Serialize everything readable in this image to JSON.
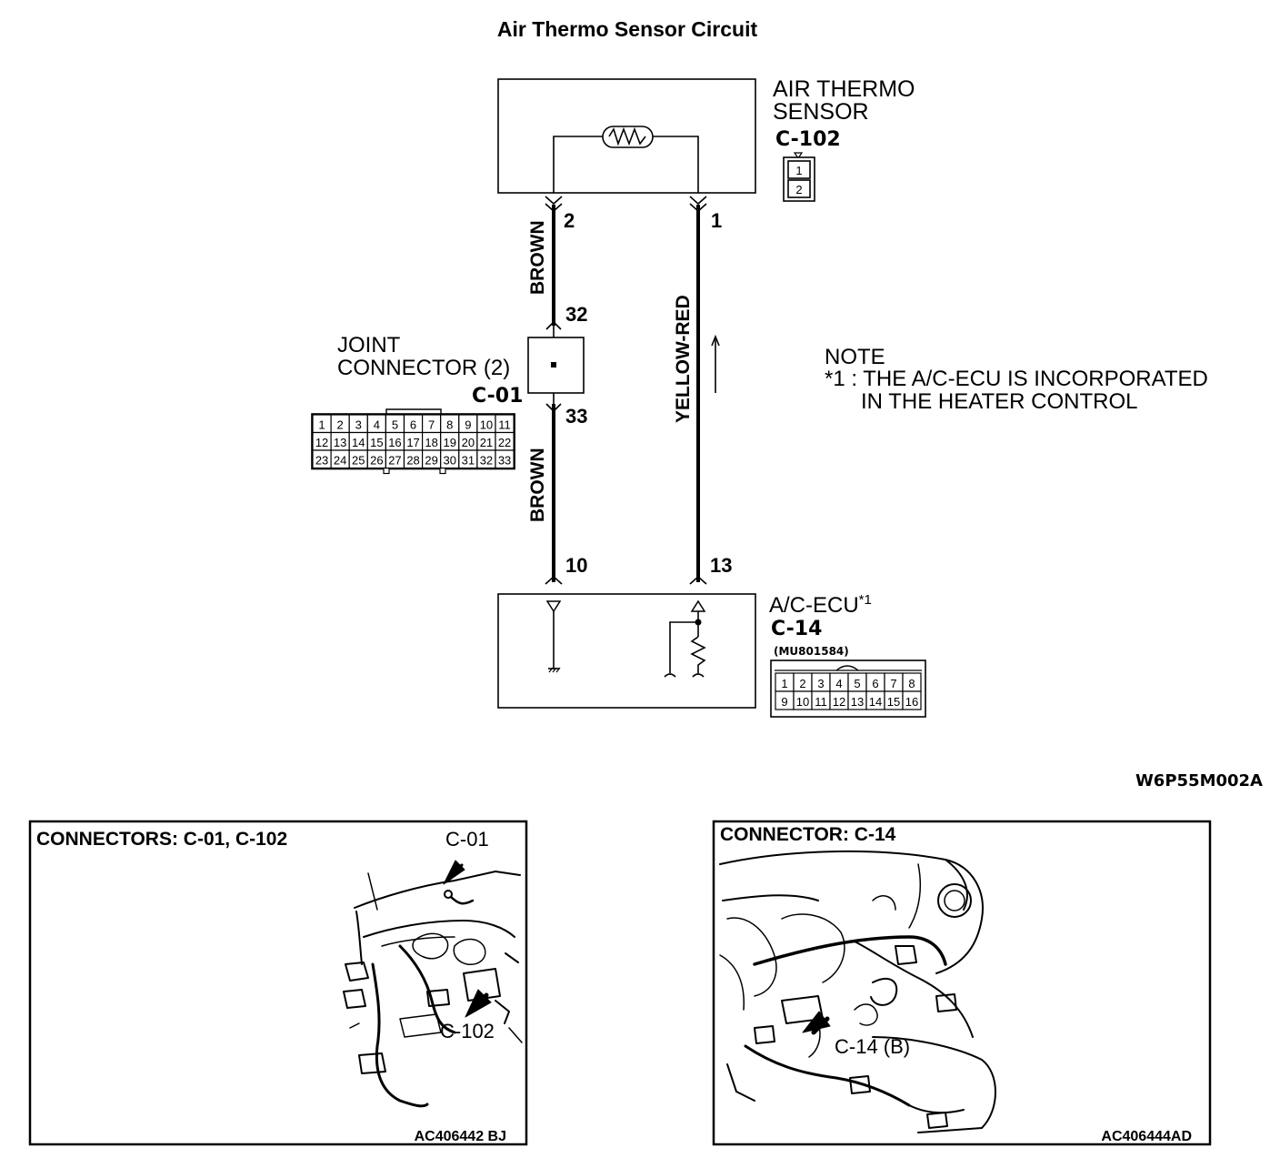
{
  "title": "Air Thermo Sensor Circuit",
  "sensor": {
    "name_line1": "AIR THERMO",
    "name_line2": "SENSOR",
    "connector": "C-102",
    "pins": [
      "1",
      "2"
    ]
  },
  "wires": {
    "left": {
      "top_pin": "2",
      "color_upper": "BROWN",
      "joint_in": "32",
      "joint_out": "33",
      "color_lower": "BROWN",
      "ecu_pin": "10"
    },
    "right": {
      "top_pin": "1",
      "color": "YELLOW-RED",
      "ecu_pin": "13"
    }
  },
  "joint": {
    "line1": "JOINT",
    "line2": "CONNECTOR (2)",
    "connector": "C-01",
    "rows": [
      [
        "1",
        "2",
        "3",
        "4",
        "5",
        "6",
        "7",
        "8",
        "9",
        "10",
        "11"
      ],
      [
        "12",
        "13",
        "14",
        "15",
        "16",
        "17",
        "18",
        "19",
        "20",
        "21",
        "22"
      ],
      [
        "23",
        "24",
        "25",
        "26",
        "27",
        "28",
        "29",
        "30",
        "31",
        "32",
        "33"
      ]
    ]
  },
  "ecu": {
    "name": "A/C-ECU",
    "superscript": "*1",
    "connector": "C-14",
    "part_number": "(MU801584)",
    "rows": [
      [
        "1",
        "2",
        "3",
        "4",
        "5",
        "6",
        "7",
        "8"
      ],
      [
        "9",
        "10",
        "11",
        "12",
        "13",
        "14",
        "15",
        "16"
      ]
    ]
  },
  "note": {
    "heading": "NOTE",
    "line1": "*1 : THE A/C-ECU IS INCORPORATED",
    "line2": "IN THE HEATER CONTROL"
  },
  "figure_code": "W6P55M002A",
  "panel_left": {
    "title": "CONNECTORS: C-01, C-102",
    "callout_a": "C-01",
    "callout_b": "C-102",
    "code": "AC406442 BJ"
  },
  "panel_right": {
    "title": "CONNECTOR: C-14",
    "callout": "C-14 (B)",
    "code": "AC406444AD"
  }
}
